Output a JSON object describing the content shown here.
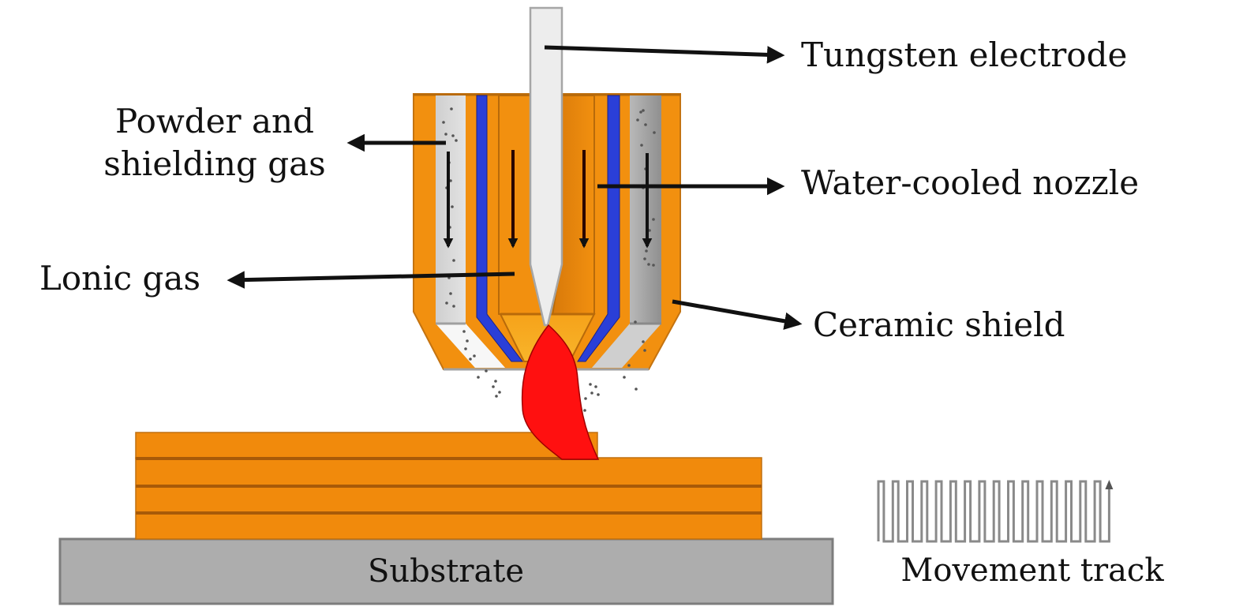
{
  "title": "Plasma arc additive manufacturing torch schematic",
  "labels": {
    "tungsten_electrode": "Tungsten electrode",
    "powder_gas_line1": "Powder and",
    "powder_gas_line2": "shielding gas",
    "water_cooled_nozzle": "Water-cooled nozzle",
    "ionic_gas": "Lonic gas",
    "ceramic_shield": "Ceramic shield",
    "substrate": "Substrate",
    "movement_track": "Movement track"
  },
  "components": {
    "deposited_layers": 4,
    "movement_track_oscillations": 16
  },
  "colors": {
    "torch_orange": "#f2900f",
    "torch_dark": "#b86a0a",
    "cooling_blue": "#2a3fd8",
    "powder_gray": "#c9c9c9",
    "electrode": "#ededed",
    "arc_red": "#ff1010",
    "layer_orange": "#f18a0c",
    "layer_line": "#a85a08",
    "substrate_gray": "#adadad",
    "arrow": "#111111"
  }
}
